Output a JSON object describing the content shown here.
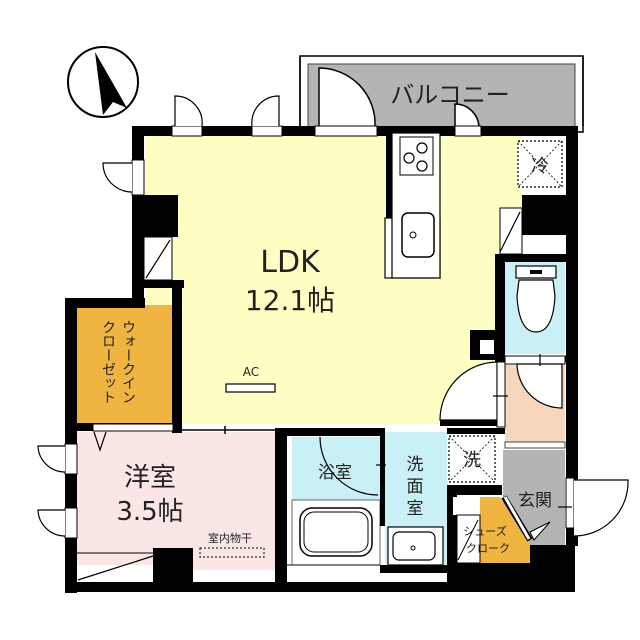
{
  "floor_plan": {
    "compass": {
      "icon": "north-arrow-icon"
    },
    "colors": {
      "ldk": "#ffffc4",
      "walkin_closet": "#f0b441",
      "western_room": "#fbe6e6",
      "bath": "#c8f0f5",
      "washroom": "#c8f0f5",
      "toilet": "#c8f0f5",
      "hallway": "#f8d6bb",
      "entrance": "#b4b4b4",
      "balcony": "#b4b4b4",
      "shoe_closet": "#f0b441",
      "wall": "#000000"
    },
    "rooms": {
      "balcony": {
        "label": "バルコニー"
      },
      "ldk": {
        "label": "LDK",
        "size": "12.1帖"
      },
      "ac": {
        "label": "AC"
      },
      "walkin_closet": {
        "label_line1": "ウォークイン",
        "label_line2": "クローゼット"
      },
      "western_room": {
        "label": "洋室",
        "size": "3.5帖"
      },
      "drying": {
        "label": "室内物干"
      },
      "bath": {
        "label": "浴室"
      },
      "washroom": {
        "label_chars": [
          "洗",
          "面",
          "室"
        ]
      },
      "washer": {
        "label": "洗"
      },
      "fridge": {
        "label": "冷"
      },
      "entrance": {
        "label": "玄関"
      },
      "shoe_closet": {
        "label_line1": "シューズ",
        "label_line2": "クローク"
      }
    }
  }
}
